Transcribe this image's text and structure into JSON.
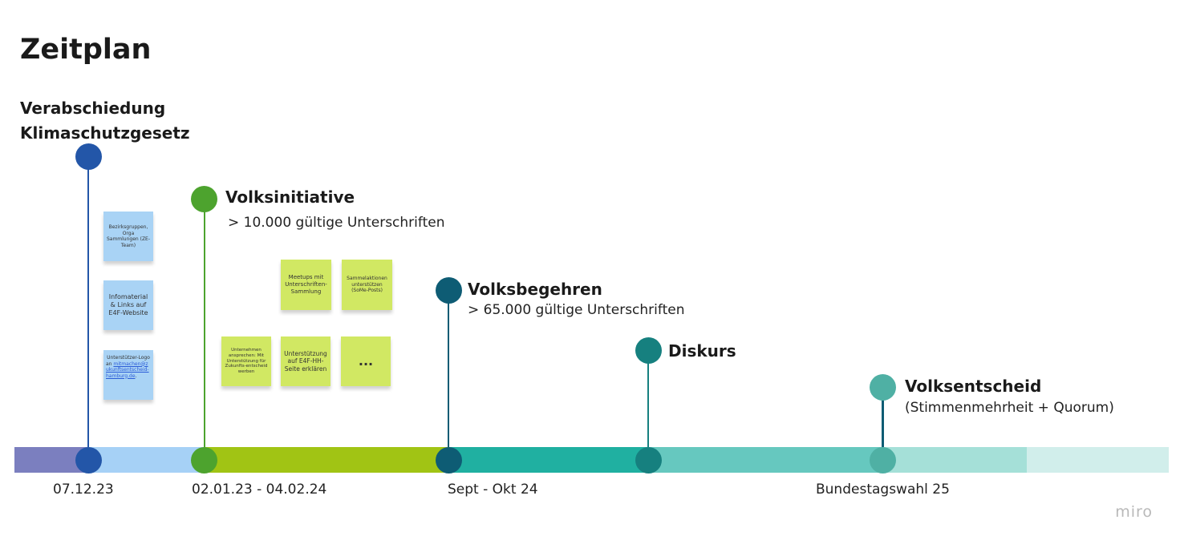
{
  "page": {
    "title": "Zeitplan"
  },
  "milestones": {
    "verabschiedung": {
      "line1": "Verabschiedung",
      "line2": "Klimaschutzgesetz",
      "color": "#2356a8"
    },
    "volksinitiative": {
      "heading": "Volksinitiative",
      "sub": "> 10.000 gültige Unterschriften",
      "color": "#4da32e"
    },
    "volksbegehren": {
      "heading": "Volksbegehren",
      "sub": "> 65.000 gültige Unterschriften",
      "color": "#0e5c74"
    },
    "diskurs": {
      "heading": "Diskurs",
      "color": "#16807f"
    },
    "volksentscheid": {
      "heading": "Volksentscheid",
      "sub": "(Stimmenmehrheit + Quorum)",
      "color": "#4fb0a4"
    }
  },
  "stickies": {
    "bezirksgruppen": "Bezirksgruppen, Orga Sammlungen (ZE-Team)",
    "infomaterial": "Infomaterial & Links auf E4F-Website",
    "unterstuetzer_logo": "Unterstützer-Logo",
    "unterstuetzer_an": "an",
    "unterstuetzer_link": "mitmachen@zukunftsentscheid-hamburg.de",
    "unterstuetzer_end": ".",
    "meetups": "Meetups mit Unterschriften-Sammlung",
    "sammelaktionen": "Sammelaktionen unterstützen (SoMe-Posts)",
    "unternehmen": "Unternehmen ansprechen: Mit Unterstützung für Zukunfts-entscheid werben",
    "unterstuetzung": "Unterstützung auf E4F-HH-Seite erklären",
    "ellipsis": "..."
  },
  "dates": {
    "d1": "07.12.23",
    "d2": "02.01.23 - 04.02.24",
    "d3": "Sept - Okt 24",
    "d4": "Bundestagswahl 25"
  },
  "bar_colors": [
    "#7b7fbf",
    "#a6d1f6",
    "#a1c414",
    "#20b0a1",
    "#66c8bf",
    "#a5e0d8",
    "#d1eeeb"
  ],
  "brand": {
    "logo": "miro"
  }
}
